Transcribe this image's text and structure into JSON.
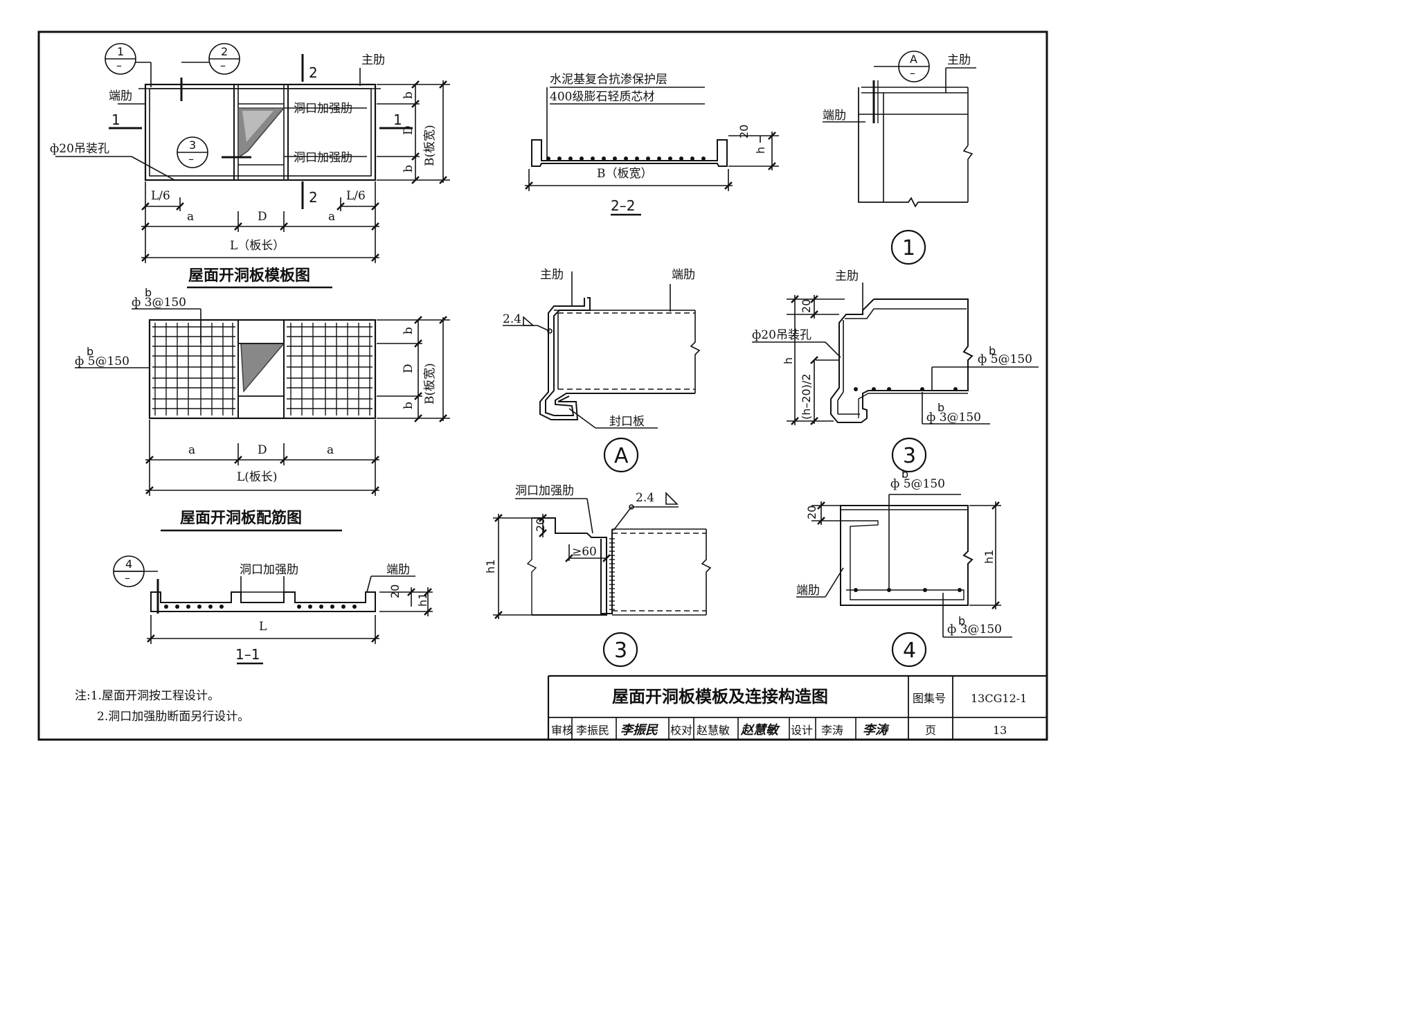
{
  "plan_template": {
    "title": "屋面开洞板模板图",
    "labels": {
      "main_rib": "主肋",
      "end_rib": "端肋",
      "hole_rib_upper": "洞口加强肋",
      "hole_rib_lower": "洞口加强肋",
      "lift_hole": "ф20吊装孔",
      "section_1_left": "1",
      "section_1_right": "1",
      "section_2_top": "2",
      "section_2_bottom": "2",
      "width": "B(板宽)",
      "dim_b_top": "b",
      "dim_D": "D",
      "dim_b_bottom": "b",
      "dim_L6_left": "L/6",
      "dim_L6_right": "L/6",
      "dim_a_left": "a",
      "dim_D_bottom": "D",
      "dim_a_right": "a",
      "length": "L（板长）"
    },
    "detail_marks": [
      {
        "num": "1",
        "sheet": "–"
      },
      {
        "num": "2",
        "sheet": "–"
      },
      {
        "num": "3",
        "sheet": "–"
      }
    ]
  },
  "plan_rebar": {
    "title": "屋面开洞板配筋图",
    "labels": {
      "bar_top_sup": "b",
      "bar_top": "ф 3@150",
      "bar_left_sup": "b",
      "bar_left": "ф 5@150",
      "width": "B(板宽)",
      "dim_b_top": "b",
      "dim_D": "D",
      "dim_b_bottom": "b",
      "dim_a_left": "a",
      "dim_D_bottom": "D",
      "dim_a_right": "a",
      "length": "L(板长)"
    }
  },
  "section_11": {
    "title": "1–1",
    "detail_mark": {
      "num": "4",
      "sheet": "–"
    },
    "labels": {
      "hole_rib": "洞口加强肋",
      "end_rib": "端肋",
      "dim_20": "20",
      "dim_h1": "h1",
      "length": "L"
    }
  },
  "section_22": {
    "title": "2–2",
    "labels": {
      "layer_1": "水泥基复合抗渗保护层",
      "layer_2": "400级膨石轻质芯材",
      "dim_20": "20",
      "dim_h": "h",
      "width": "B（板宽）"
    }
  },
  "detail_1": {
    "circle": "1",
    "mark": {
      "num": "A",
      "sheet": "–"
    },
    "labels": {
      "main_rib": "主肋",
      "end_rib": "端肋"
    }
  },
  "detail_A": {
    "circle": "A",
    "labels": {
      "main_rib": "主肋",
      "end_rib": "端肋",
      "weld": "2.4",
      "cover": "封口板"
    }
  },
  "detail_3a": {
    "circle": "3",
    "labels": {
      "main_rib": "主肋",
      "lift_hole": "ф20吊装孔",
      "dim_20": "20",
      "dim_h": "h",
      "dim_h20": "(h–20)/2",
      "bar_top_sup": "b",
      "bar_top": "ф 5@150",
      "bar_bot_sup": "b",
      "bar_bot": "ф 3@150"
    }
  },
  "detail_3b": {
    "circle": "3",
    "labels": {
      "hole_rib": "洞口加强肋",
      "weld": "2.4",
      "dim_20": "20",
      "dim_h1": "h1",
      "dim_60": "≥60"
    }
  },
  "detail_4": {
    "circle": "4",
    "labels": {
      "end_rib": "端肋",
      "dim_20": "20",
      "dim_h1": "h1",
      "bar_top_sup": "b",
      "bar_top": "ф 5@150",
      "bar_bot_sup": "b",
      "bar_bot": "ф 3@150"
    }
  },
  "notes": {
    "line1": "注:1.屋面开洞按工程设计。",
    "line2": "2.洞口加强肋断面另行设计。"
  },
  "title_block": {
    "title": "屋面开洞板模板及连接构造图",
    "atlas_label": "图集号",
    "atlas_no": "13CG12-1",
    "page_label": "页",
    "page_no": "13",
    "review_label": "审核",
    "reviewer": "李振民",
    "reviewer_sig": "李振民",
    "check_label": "校对",
    "checker": "赵慧敏",
    "checker_sig": "赵慧敏",
    "design_label": "设计",
    "designer": "李涛",
    "designer_sig": "李涛"
  }
}
